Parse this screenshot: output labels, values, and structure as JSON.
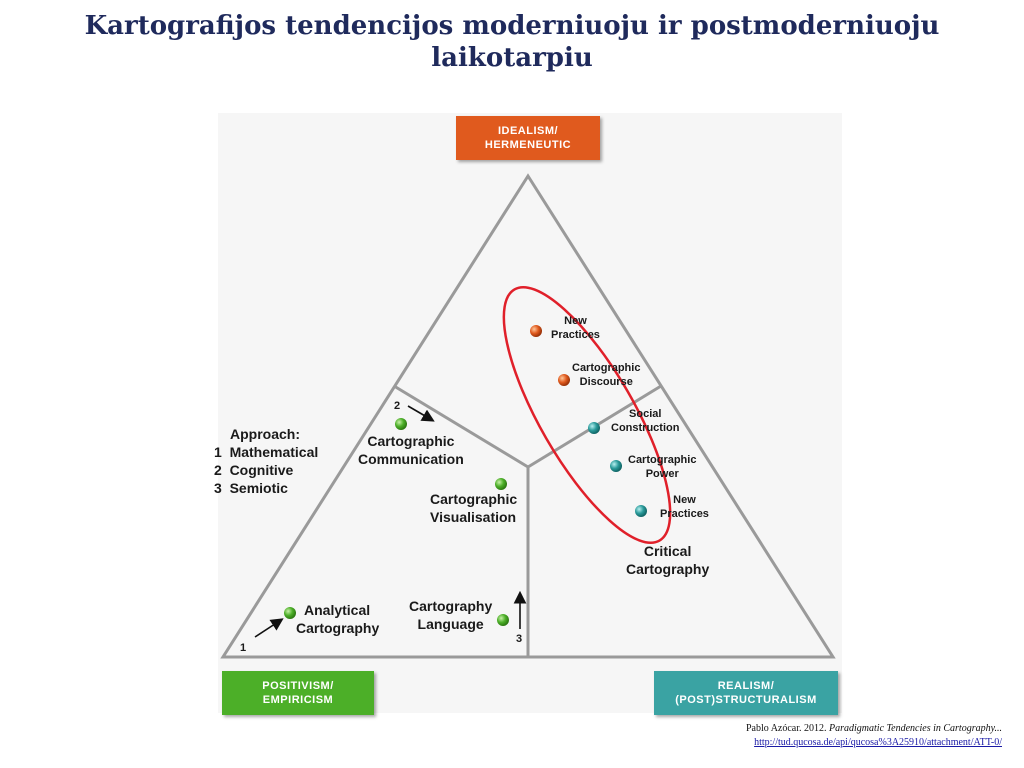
{
  "title": {
    "line1": "Kartografijos tendencijos moderniuoju ir postmoderniuoju",
    "line2": "laikotarpiu"
  },
  "poles": {
    "top": {
      "line1": "IDEALISM/",
      "line2": "HERMENEUTIC",
      "color": "#e05a1e"
    },
    "left": {
      "line1": "POSITIVISM/",
      "line2": "EMPIRICISM",
      "color": "#4caf28"
    },
    "right": {
      "line1": "REALISM/",
      "line2": "(POST)STRUCTURALISM",
      "color": "#3aa3a3"
    }
  },
  "approach": {
    "heading": "Approach:",
    "items": [
      "1  Mathematical",
      "2  Cognitive",
      "3  Semiotic"
    ]
  },
  "nodes": {
    "analytical": {
      "line1": "Analytical",
      "line2": "Cartography"
    },
    "communication": {
      "line1": "Cartographic",
      "line2": "Communication"
    },
    "visualisation": {
      "line1": "Cartographic",
      "line2": "Visualisation"
    },
    "language": {
      "line1": "Cartography",
      "line2": "Language"
    },
    "critical": {
      "line1": "Critical",
      "line2": "Cartography"
    },
    "new_practices_top": {
      "line1": "New",
      "line2": "Practices"
    },
    "discourse": {
      "line1": "Cartographic",
      "line2": "Discourse"
    },
    "social": {
      "line1": "Social",
      "line2": "Construction"
    },
    "power": {
      "line1": "Cartographic",
      "line2": "Power"
    },
    "new_practices_bottom": {
      "line1": "New",
      "line2": "Practices"
    }
  },
  "markers": {
    "one": "1",
    "two": "2",
    "three": "3"
  },
  "colors": {
    "green": "#4caf28",
    "orange": "#e05a1e",
    "teal": "#2a9a9a",
    "ellipse": "#e0202a"
  },
  "reference": {
    "citation_prefix": "Pablo Azócar. 2012. ",
    "citation_title": "Paradigmatic Tendencies in Cartography...",
    "url": "http://tud.qucosa.de/api/qucosa%3A25910/attachment/ATT-0/"
  }
}
